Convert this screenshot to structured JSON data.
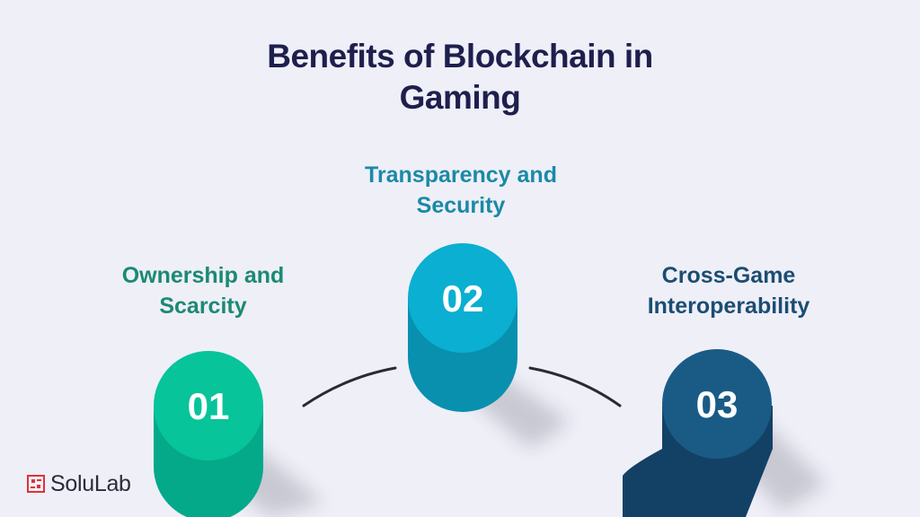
{
  "title": {
    "line1": "Benefits of Blockchain in",
    "line2": "Gaming"
  },
  "items": [
    {
      "number": "01",
      "label_line1": "Ownership and",
      "label_line2": "Scarcity",
      "color": "#07c49a",
      "color_dark": "#04a98a",
      "label_color": "#1b8a73"
    },
    {
      "number": "02",
      "label_line1": "Transparency and",
      "label_line2": "Security",
      "color": "#0aafd1",
      "color_dark": "#0890ae",
      "label_color": "#1a8aa6"
    },
    {
      "number": "03",
      "label_line1": "Cross-Game",
      "label_line2": "Interoperability",
      "color": "#1a5b86",
      "color_dark": "#134166",
      "label_color": "#1b4d72"
    }
  ],
  "brand": {
    "name": "SoluLab",
    "accent": "#e0323a"
  }
}
